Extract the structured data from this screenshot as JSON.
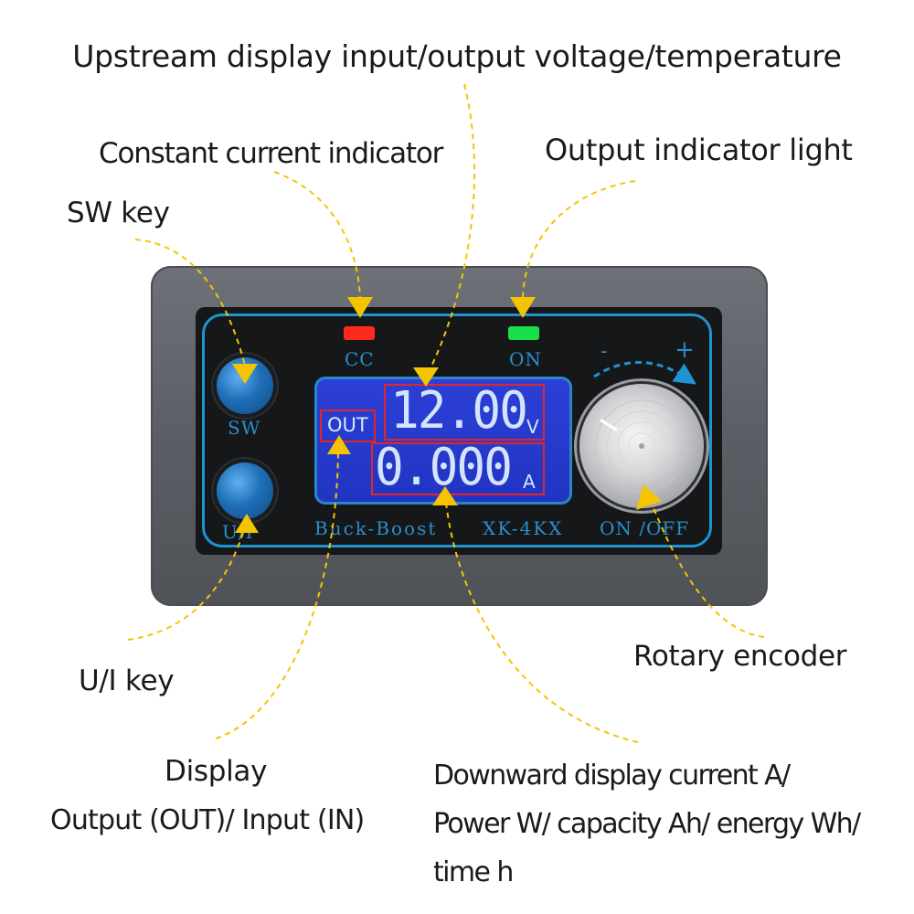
{
  "callouts": {
    "upstream": "Upstream display input/output voltage/temperature",
    "cc": "Constant current indicator",
    "output_light": "Output indicator light",
    "sw_key": "SW key",
    "ui_key": "U/I key",
    "rotary": "Rotary encoder",
    "display_line1": "Display",
    "display_line2": "Output (OUT)/ Input (IN)",
    "downward_lines": [
      "Downward display current A/",
      "Power W/ capacity Ah/ energy Wh/",
      "time h"
    ]
  },
  "device": {
    "silk_cc": "CC",
    "silk_on": "ON",
    "silk_sw": "SW",
    "silk_ui": "U/I",
    "silk_buckboost": "Buck-Boost",
    "silk_model": "XK-4KX",
    "silk_onoff": "ON /OFF",
    "silk_minus": "-",
    "silk_plus": "+",
    "lcd_mode": "OUT",
    "voltage": "12.00",
    "voltage_unit": "V",
    "current": "0.000",
    "current_unit": "A"
  },
  "colors": {
    "cc_led": "#ff2a1e",
    "on_led": "#19e04a",
    "accent_blue": "#1e94d2",
    "arrow_yellow": "#f5c400",
    "lcd_blue": "#2035c2"
  }
}
